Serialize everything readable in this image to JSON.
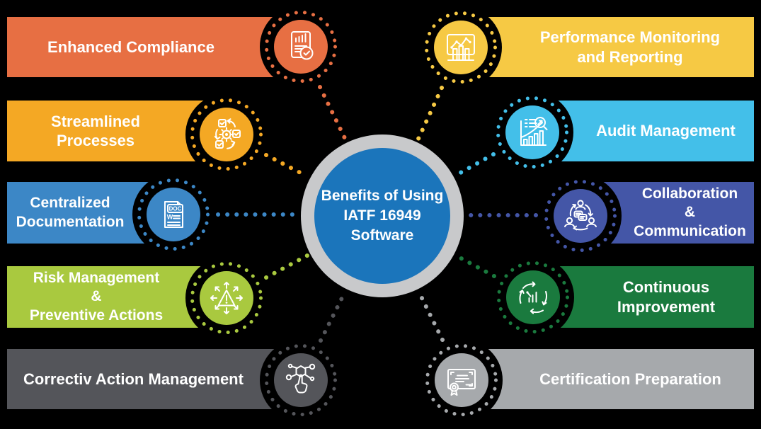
{
  "background_color": "#000000",
  "center": {
    "label": "Benefits of Using\nIATF 16949\nSoftware",
    "circle_color": "#1b75bb",
    "ring_color": "#c8c9cb",
    "text_color": "#ffffff"
  },
  "items": [
    {
      "id": "enhanced-compliance",
      "label": "Enhanced Compliance",
      "color": "#e76f43",
      "icon": "document-chart-check-icon",
      "side": "left"
    },
    {
      "id": "streamlined-processes",
      "label": "Streamlined\nProcesses",
      "color": "#f4a824",
      "icon": "process-cycle-gear-icon",
      "side": "left"
    },
    {
      "id": "centralized-documentation",
      "label": "Centralized\nDocumentation",
      "color": "#3c87c6",
      "icon": "doc-file-icon",
      "side": "left",
      "icon_text": {
        "doc": "DOC",
        "w": "W"
      }
    },
    {
      "id": "risk-management",
      "label": "Risk Management\n&\nPreventive Actions",
      "color": "#a9c93f",
      "icon": "warning-arrows-icon",
      "side": "left"
    },
    {
      "id": "corrective-action",
      "label": "Correctiv Action Management",
      "color": "#54555a",
      "icon": "network-touch-icon",
      "side": "left"
    },
    {
      "id": "performance-monitoring",
      "label": "Performance Monitoring\nand Reporting",
      "color": "#f6c944",
      "icon": "monitor-chart-icon",
      "side": "right"
    },
    {
      "id": "audit-management",
      "label": "Audit Management",
      "color": "#43bfe9",
      "icon": "chart-magnifier-icon",
      "side": "right"
    },
    {
      "id": "collaboration-communication",
      "label": "Collaboration\n&\nCommunication",
      "color": "#4456a7",
      "icon": "people-chat-cycle-icon",
      "side": "right"
    },
    {
      "id": "continuous-improvement",
      "label": "Continuous\nImprovement",
      "color": "#1a7a3e",
      "icon": "cycle-chart-icon",
      "side": "right"
    },
    {
      "id": "certification-preparation",
      "label": "Certification Preparation",
      "color": "#a6a9ac",
      "icon": "certificate-icon",
      "side": "right"
    }
  ]
}
